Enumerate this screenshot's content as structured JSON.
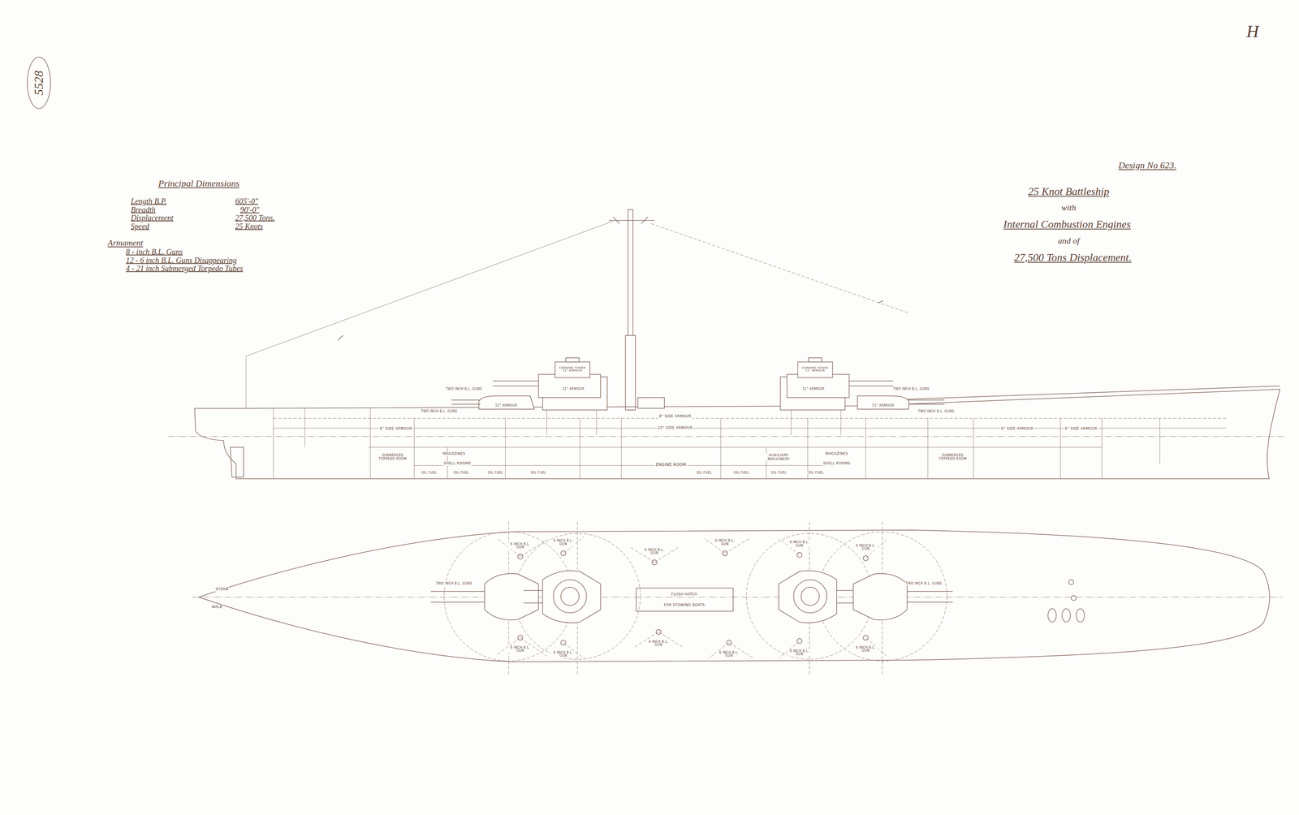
{
  "diagram": {
    "title": "25 Knot Battleship",
    "labels": [
      "5528",
      "H",
      "Design No 623.",
      "with",
      "Internal Combustion Engines",
      "and of",
      "27,500 Tons Displacement.",
      "Principal Dimensions",
      "Length B.P.",
      "605'-0\"",
      "Breadth",
      "90'-0\"",
      "Displacement",
      "27,500 Tons.",
      "Speed",
      "25 Knots",
      "Armament",
      "8 - inch B.L. Guns",
      "12 - 6 inch B.L. Guns Disappearing",
      "4 - 21 inch Submerged Torpedo Tubes",
      "ENGINE ROOM",
      "MAGAZINES",
      "SHELL ROOMS",
      "MAGAZINES",
      "SHELL ROOMS",
      "AUXILIARY MACHINERY",
      "SUBMERGED TORPEDO ROOM",
      "SUBMERGED TORPEDO ROOM",
      "OIL FUEL",
      "OIL FUEL",
      "OIL FUEL",
      "OIL FUEL",
      "OIL FUEL",
      "OIL FUEL",
      "OIL FUEL",
      "OIL FUEL",
      "6\" SIDE ARMOUR",
      "6\" SIDE ARMOUR",
      "8\" SIDE ARMOUR",
      "10\" SIDE ARMOUR",
      "6\" SIDE ARMOUR",
      "11\" ARMOUR",
      "11\" ARMOUR",
      "11\" ARMOUR",
      "11\" ARMOUR",
      "CONNING TOWER 11\" ARMOUR",
      "CONNING TOWER 11\" ARMOUR",
      "TWO INCH B.L. GUNS",
      "TWO INCH B.L. GUNS",
      "TWO INCH B.L. GUNS",
      "TWO INCH B.L. GUNS",
      "STERN",
      "WALK",
      "TWO INCH B.L. GUNS",
      "TWO INCH B.L. GUNS",
      "FLUSH HATCH",
      "FOR STOWING BOATS",
      "6 INCH B.L. GUN",
      "6 INCH B.L. GUN",
      "6 INCH B.L. GUN",
      "6 INCH B.L. GUN",
      "6 INCH B.L. GUN",
      "6 INCH B.L. GUN",
      "6 INCH B.L. GUN",
      "6 INCH B.L. GUN",
      "6 INCH B.L. GUN",
      "6 INCH B.L. GUN",
      "6 INCH B.L. GUN",
      "6 INCH B.L. GUN"
    ]
  }
}
